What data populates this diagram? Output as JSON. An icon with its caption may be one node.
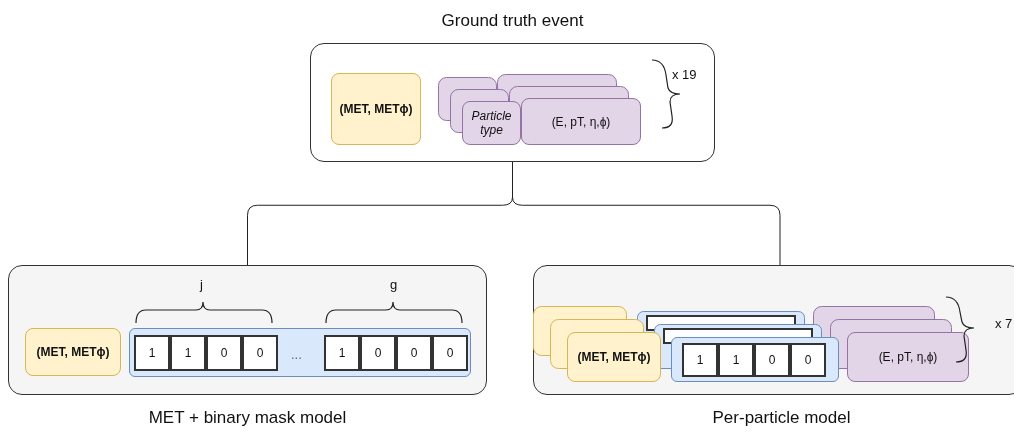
{
  "diagram": {
    "nodes": [
      {
        "text": [
          "Ground truth event"
        ]
      },
      {
        "text": [
          "(MET, METϕ)"
        ],
        "in": 0
      },
      {
        "text": [
          "Particle type"
        ],
        "in": 0
      },
      {
        "text": [
          "(E, pT, η,ϕ)"
        ],
        "in": 0
      },
      {
        "text": [
          "MET + binary mask model"
        ]
      },
      {
        "text": [
          "(MET, METϕ)"
        ],
        "in": 4
      },
      {
        "text": [],
        "shape": "bar",
        "in": 4
      },
      {
        "text": [
          "1"
        ],
        "in": 6
      },
      {
        "text": [
          "1"
        ],
        "in": 6
      },
      {
        "text": [
          "0"
        ],
        "in": 6
      },
      {
        "text": [
          "0"
        ],
        "in": 6
      },
      {
        "text": [
          "1"
        ],
        "in": 6
      },
      {
        "text": [
          "0"
        ],
        "in": 6
      },
      {
        "text": [
          "0"
        ],
        "in": 6
      },
      {
        "text": [
          "0"
        ],
        "in": 6
      },
      {
        "text": [
          "Per-particle model"
        ]
      },
      {
        "text": [
          "(MET, METϕ)"
        ],
        "in": 15
      },
      {
        "text": [],
        "shape": "bar",
        "in": 15
      },
      {
        "text": [
          "1"
        ],
        "in": 17
      },
      {
        "text": [
          "1"
        ],
        "in": 17
      },
      {
        "text": [
          "0"
        ],
        "in": 17
      },
      {
        "text": [
          "0"
        ],
        "in": 17
      },
      {
        "text": [
          "(E, pT, η,ϕ)"
        ],
        "in": 15
      }
    ],
    "edges": [
      {
        "from": 0,
        "to": 4,
        "arrow": "none"
      },
      {
        "from": 0,
        "to": 15,
        "arrow": "none"
      }
    ],
    "labels": [
      "x 19",
      "j",
      "g",
      "...",
      "x 7"
    ]
  }
}
